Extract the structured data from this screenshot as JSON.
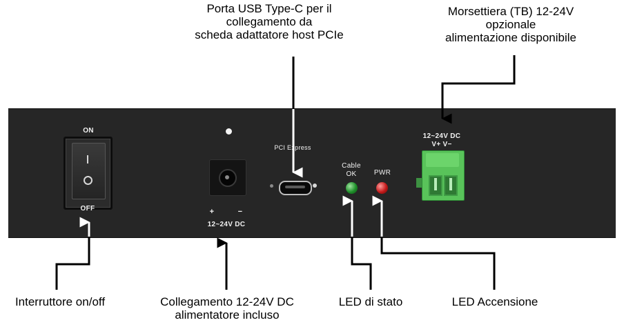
{
  "callouts": {
    "usb": [
      "Porta USB Type-C per il",
      "collegamento da",
      "scheda adattatore host PCIe"
    ],
    "terminal": [
      "Morsettiera (TB) 12-24V",
      "opzionale",
      "alimentazione disponibile"
    ],
    "switch": "Interruttore on/off",
    "dc_in": [
      "Collegamento 12-24V DC",
      "alimentatore incluso"
    ],
    "status_led": "LED di stato",
    "power_led": "LED Accensione"
  },
  "panel_labels": {
    "on": "ON",
    "off": "OFF",
    "rocker_on": "I",
    "rocker_off": "O",
    "dc_polarity_plus": "+",
    "dc_polarity_minus": "−",
    "dc_rating": "12~24V  DC",
    "pci": "PCI Express",
    "cable_ok_line1": "Cable",
    "cable_ok_line2": "OK",
    "pwr": "PWR",
    "tb_rating": "12~24V  DC",
    "tb_pins": "V+  V−"
  },
  "colors": {
    "panel": "#262626",
    "led_status": "#2a9d35",
    "led_power": "#c41a1a",
    "terminal_block": "#59c35a"
  }
}
